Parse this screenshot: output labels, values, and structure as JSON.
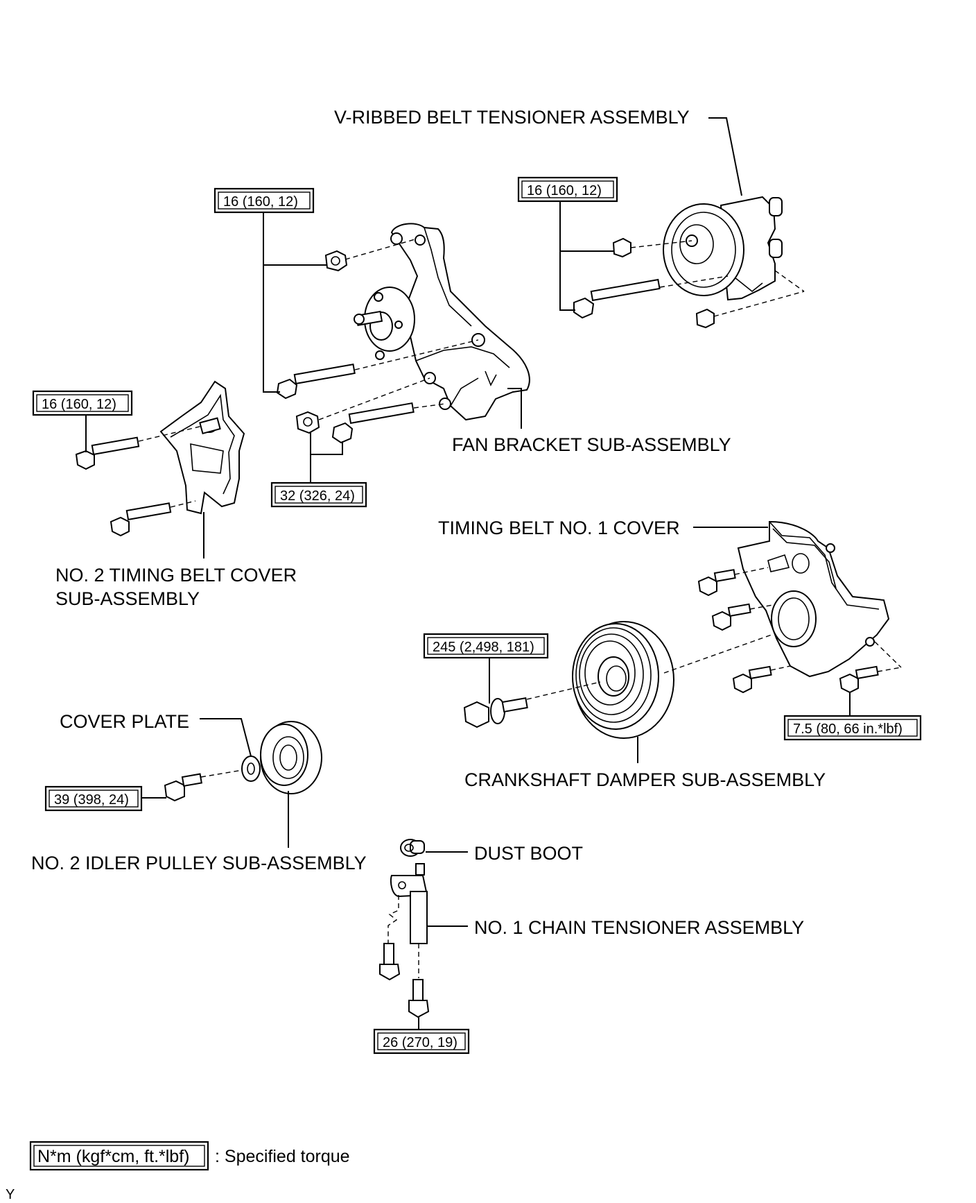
{
  "parts": {
    "v_ribbed_belt_tensioner": "V-RIBBED BELT TENSIONER ASSEMBLY",
    "fan_bracket": "FAN BRACKET SUB-ASSEMBLY",
    "no2_timing_belt_cover_line1": "NO. 2 TIMING BELT COVER",
    "no2_timing_belt_cover_line2": "SUB-ASSEMBLY",
    "timing_belt_no1_cover": "TIMING BELT NO. 1 COVER",
    "crankshaft_damper": "CRANKSHAFT DAMPER SUB-ASSEMBLY",
    "cover_plate": "COVER PLATE",
    "no2_idler_pulley": "NO. 2 IDLER PULLEY SUB-ASSEMBLY",
    "dust_boot": "DUST BOOT",
    "no1_chain_tensioner": "NO. 1 CHAIN TENSIONER ASSEMBLY"
  },
  "torques": {
    "fan_bracket_upper": "16 (160, 12)",
    "tensioner": "16 (160, 12)",
    "no2_cover": "16 (160, 12)",
    "fan_bracket_lower": "32 (326, 24)",
    "crank_bolt": "245 (2,498, 181)",
    "no1_cover": "7.5 (80, 66 in.*lbf)",
    "idler_bolt": "39 (398, 24)",
    "chain_tensioner": "26 (270, 19)"
  },
  "legend": {
    "units": "N*m (kgf*cm, ft.*lbf)",
    "description": ": Specified torque"
  },
  "corner_mark": "Y"
}
